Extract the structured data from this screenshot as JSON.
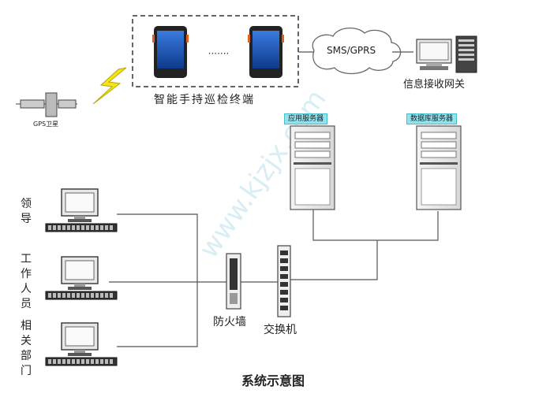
{
  "diagram": {
    "caption": "系统示意图",
    "handheld_group_label": "智能手持巡检终端",
    "handheld_ellipsis": "·······",
    "cloud_label": "SMS/GPRS",
    "gateway_label": "信息接收网关",
    "gps_label": "GPS卫星",
    "app_server_label": "应用服务器",
    "db_server_label": "数据库服务器",
    "firewall_label": "防火墙",
    "switch_label": "交换机",
    "client_groups": [
      {
        "label": "领导"
      },
      {
        "label": "工作人员"
      },
      {
        "label": "相关部门"
      }
    ],
    "watermark": "www.kjzjx.com"
  }
}
